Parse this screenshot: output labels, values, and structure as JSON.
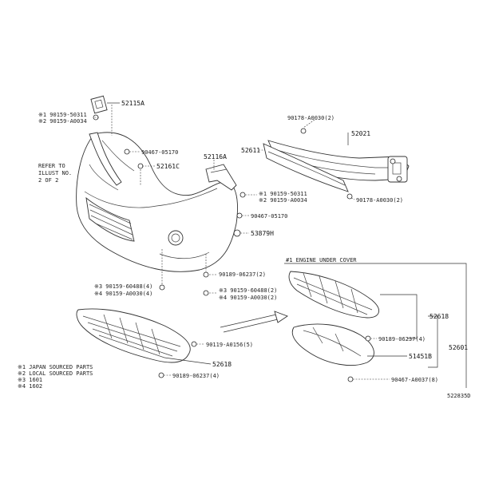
{
  "labels": {
    "p52115a": "52115A",
    "b1a": "※1 90159-50311",
    "b1b": "※2 90159-A0034",
    "refer1": "REFER TO",
    "refer2": "ILLUST NO.",
    "refer3": "2 OF 2",
    "c90467a": "90467-05170",
    "p52161c": "52161C",
    "p52116a": "52116A",
    "b2a": "※1 90159-50311",
    "b2b": "※2 90159-A0034",
    "c90467b": "90467-05170",
    "p53879h": "53879H",
    "p52611": "52611",
    "p52021": "52021",
    "c90178a": "90178-A0030(2)",
    "c90178b": "90178-A0030(2)",
    "b3a": "※3 90159-60488(4)",
    "b3b": "※4 90159-A0030(4)",
    "c90189a": "90189-06237(2)",
    "b4a": "※3 90159-60488(2)",
    "b4b": "※4 90159-A0030(2)",
    "c90119": "90119-A0156(5)",
    "p52618a": "52618",
    "c90189b": "90189-06237(4)",
    "engineHeader": "#1 ENGINE UNDER COVER",
    "p52618b": "52618",
    "c90189c": "90189-06237(4)",
    "p52601": "52601",
    "p51451b": "51451B",
    "c90467c": "90467-A0037(8)",
    "legend1": "※1 JAPAN SOURCED PARTS",
    "legend2": "※2 LOCAL SOURCED PARTS",
    "legend3": "※3  1601",
    "legend4": "※4  1602",
    "figId": "522835D"
  }
}
